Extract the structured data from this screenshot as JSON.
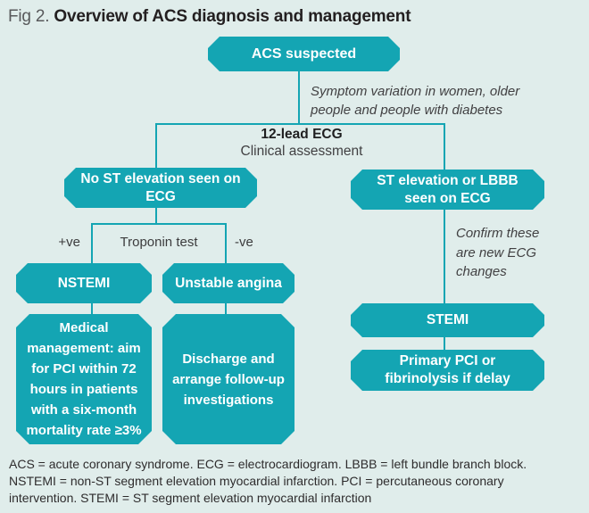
{
  "title": {
    "prefix": "Fig 2.",
    "text": "Overview of ACS diagnosis and management"
  },
  "colors": {
    "teal": "#14a5b3",
    "background": "#e0edeb",
    "box_text": "#ffffff",
    "title_prefix": "#58595b",
    "title_text": "#231f20",
    "annotation_text": "#414042"
  },
  "nodes": {
    "acs_suspected": "ACS suspected",
    "no_st_elevation": "No ST elevation seen on\nECG",
    "st_elevation_lbbb": "ST elevation or LBBB\nseen on ECG",
    "nstemi": "NSTEMI",
    "unstable_angina": "Unstable angina",
    "medical_management": "Medical\nmanagement: aim\nfor PCI within 72\nhours in patients\nwith a six-month\nmortality rate ≥3%",
    "discharge": "Discharge and\narrange follow-up\ninvestigations",
    "stemi": "STEMI",
    "primary_pci": "Primary PCI or\nfibrinolysis if delay"
  },
  "annotations": {
    "symptom_note": "Symptom variation in women, older\npeople and people with diabetes",
    "ecg_label_bold": "12-lead ECG",
    "ecg_label_sub": "Clinical assessment",
    "troponin_positive": "+ve",
    "troponin_label": "Troponin test",
    "troponin_negative": "-ve",
    "confirm_note": "Confirm these\nare new ECG\nchanges"
  },
  "footnote": {
    "lines": [
      "ACS = acute coronary syndrome. ECG = electrocardiogram. LBBB = left bundle branch block.",
      "NSTEMI = non-ST segment elevation myocardial infarction. PCI = percutaneous coronary",
      "intervention. STEMI = ST segment elevation myocardial infarction"
    ]
  }
}
